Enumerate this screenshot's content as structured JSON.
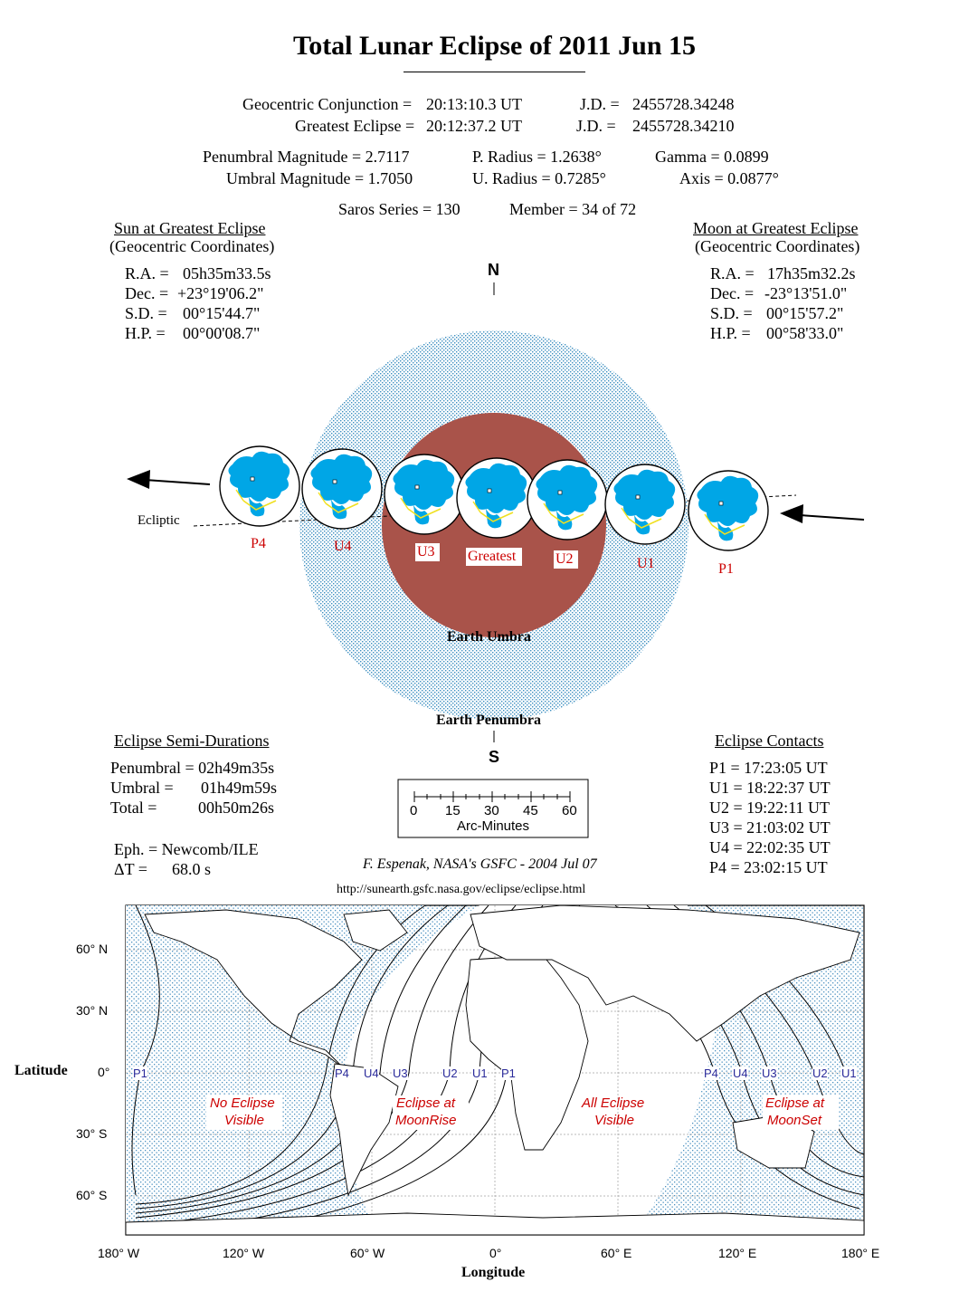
{
  "title": "Total Lunar Eclipse of  2011 Jun 15",
  "header": {
    "conj_label": "Geocentric Conjunction =",
    "conj_time": "20:13:10.3 UT",
    "conj_jd_label": "J.D. =",
    "conj_jd": "2455728.34248",
    "greatest_label": "Greatest Eclipse =",
    "greatest_time": "20:12:37.2 UT",
    "greatest_jd_label": "J.D. =",
    "greatest_jd": "2455728.34210",
    "pen_mag": "Penumbral Magnitude =  2.7117",
    "umb_mag": "Umbral Magnitude =  1.7050",
    "p_radius": "P. Radius = 1.2638°",
    "u_radius": "U. Radius = 0.7285°",
    "gamma": "Gamma =  0.0899",
    "axis": "Axis =  0.0877°",
    "saros": "Saros Series = 130",
    "member": "Member = 34 of 72"
  },
  "sun": {
    "heading": "Sun at Greatest Eclipse",
    "sub": "(Geocentric Coordinates)",
    "ra_label": "R.A. =",
    "ra": "05h35m33.5s",
    "dec_label": "Dec. =",
    "dec": "+23°19'06.2\"",
    "sd_label": "S.D. =",
    "sd": "00°15'44.7\"",
    "hp_label": "H.P. =",
    "hp": "00°00'08.7\""
  },
  "moon": {
    "heading": "Moon at Greatest Eclipse",
    "sub": "(Geocentric Coordinates)",
    "ra_label": "R.A. =",
    "ra": "17h35m32.2s",
    "dec_label": "Dec. =",
    "dec": "-23°13'51.0\"",
    "sd_label": "S.D. =",
    "sd": "00°15'57.2\"",
    "hp_label": "H.P. =",
    "hp": "00°58'33.0\""
  },
  "diagram": {
    "north": "N",
    "south": "S",
    "ecliptic": "Ecliptic",
    "umbra_label": "Earth Umbra",
    "penumbra_label": "Earth Penumbra",
    "contact_labels": [
      "P4",
      "U4",
      "U3",
      "Greatest",
      "U2",
      "U1",
      "P1"
    ],
    "colors": {
      "penumbra": "#bfe3ee",
      "umbra": "#a9534a",
      "moon_land": "#00a6e6",
      "red_label": "#cc0000"
    }
  },
  "semi_durations": {
    "heading": "Eclipse Semi-Durations",
    "penumbral": "Penumbral = 02h49m35s",
    "umbral_label": "Umbral =",
    "umbral": "01h49m59s",
    "total_label": "Total =",
    "total": "00h50m26s"
  },
  "scale": {
    "ticks": [
      "0",
      "15",
      "30",
      "45",
      "60"
    ],
    "label": "Arc-Minutes"
  },
  "ephemeris": {
    "eph": "Eph. = Newcomb/ILE",
    "dt_label": "ΔT =",
    "dt": "68.0 s"
  },
  "credit": {
    "author": "F. Espenak, NASA's GSFC - 2004 Jul 07",
    "url": "http://sunearth.gsfc.nasa.gov/eclipse/eclipse.html"
  },
  "contacts": {
    "heading": "Eclipse Contacts",
    "items": [
      "P1 = 17:23:05 UT",
      "U1 = 18:22:37 UT",
      "U2 = 19:22:11 UT",
      "U3 = 21:03:02 UT",
      "U4 = 22:02:35 UT",
      "P4 = 23:02:15 UT"
    ]
  },
  "map": {
    "lat_ticks": [
      "60° N",
      "30° N",
      "0°",
      "30° S",
      "60° S"
    ],
    "lon_ticks": [
      "180° W",
      "120° W",
      "60° W",
      "0°",
      "60° E",
      "120° E",
      "180° E"
    ],
    "lat_axis": "Latitude",
    "lon_axis": "Longitude",
    "curve_labels_left": [
      "P1",
      "P4",
      "U4",
      "U3",
      "U2",
      "U1",
      "P1"
    ],
    "curve_labels_right": [
      "P4",
      "U4",
      "U3",
      "U2",
      "U1"
    ],
    "region_no_eclipse": [
      "No Eclipse",
      "Visible"
    ],
    "region_moonrise": [
      "Eclipse at",
      "MoonRise"
    ],
    "region_all": [
      "All Eclipse",
      "Visible"
    ],
    "region_moonset": [
      "Eclipse at",
      "MoonSet"
    ]
  }
}
